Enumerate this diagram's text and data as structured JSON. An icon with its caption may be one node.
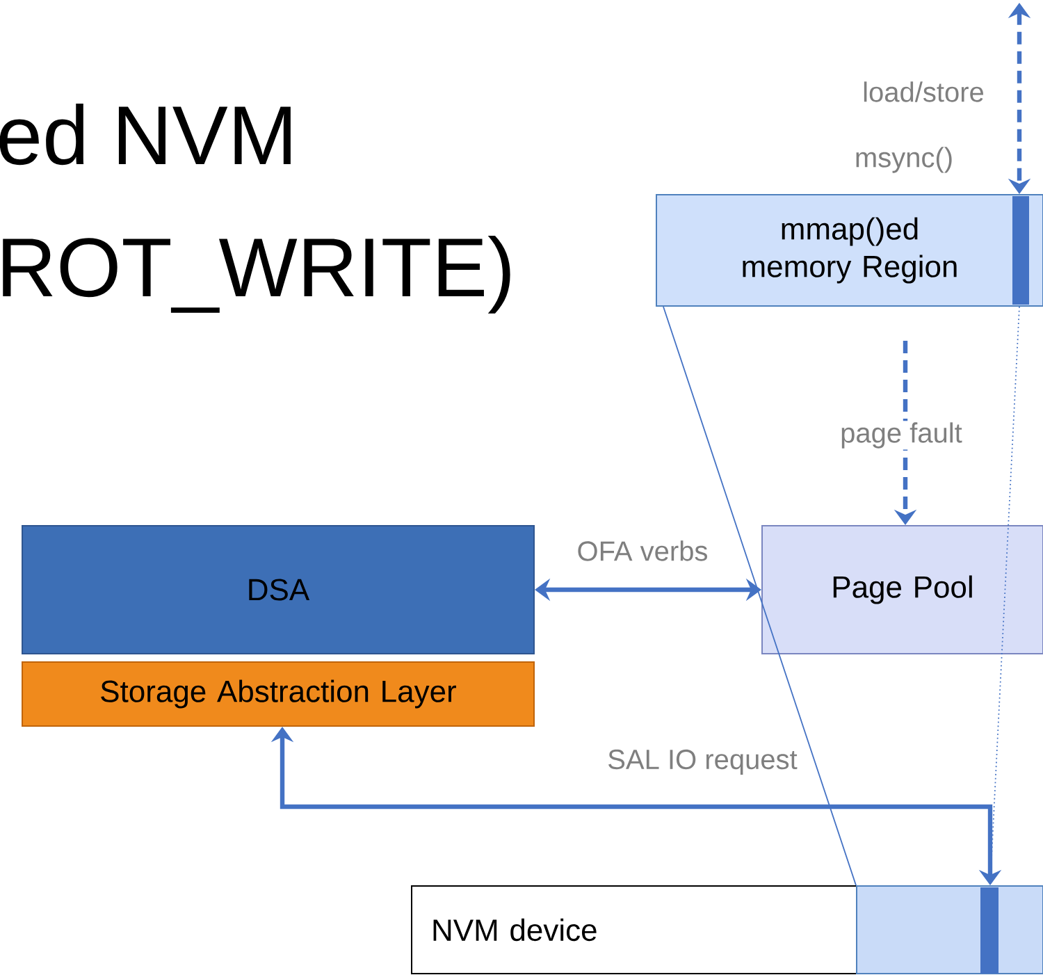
{
  "diagram": {
    "nodes": [
      {
        "text": [
          "mmap()ed memory Region"
        ]
      },
      {
        "text": [
          "DSA"
        ]
      },
      {
        "text": [
          "Storage Abstraction Layer"
        ]
      },
      {
        "text": [
          "Page Pool"
        ]
      },
      {
        "text": [
          "NVM device"
        ]
      },
      {
        "text": [],
        "shape": "box"
      }
    ],
    "edges": [
      {
        "from": null,
        "to": 0,
        "arrow": "both",
        "style": "dashed",
        "label": "load/store"
      },
      {
        "from": null,
        "to": 3,
        "arrow": "to",
        "style": "dashed",
        "label": "page fault"
      },
      {
        "from": 1,
        "to": 3,
        "arrow": "both",
        "label": "OFA verbs"
      },
      {
        "from": 2,
        "to": 5,
        "arrow": "both",
        "label": "SAL IO request"
      },
      {
        "from": 0,
        "to": 5,
        "arrow": "none"
      },
      {
        "from": 0,
        "to": 5,
        "arrow": "none",
        "style": "dashed"
      }
    ],
    "labels": [
      "ed NVM",
      "ROT_WRITE)",
      "msync()"
    ]
  }
}
